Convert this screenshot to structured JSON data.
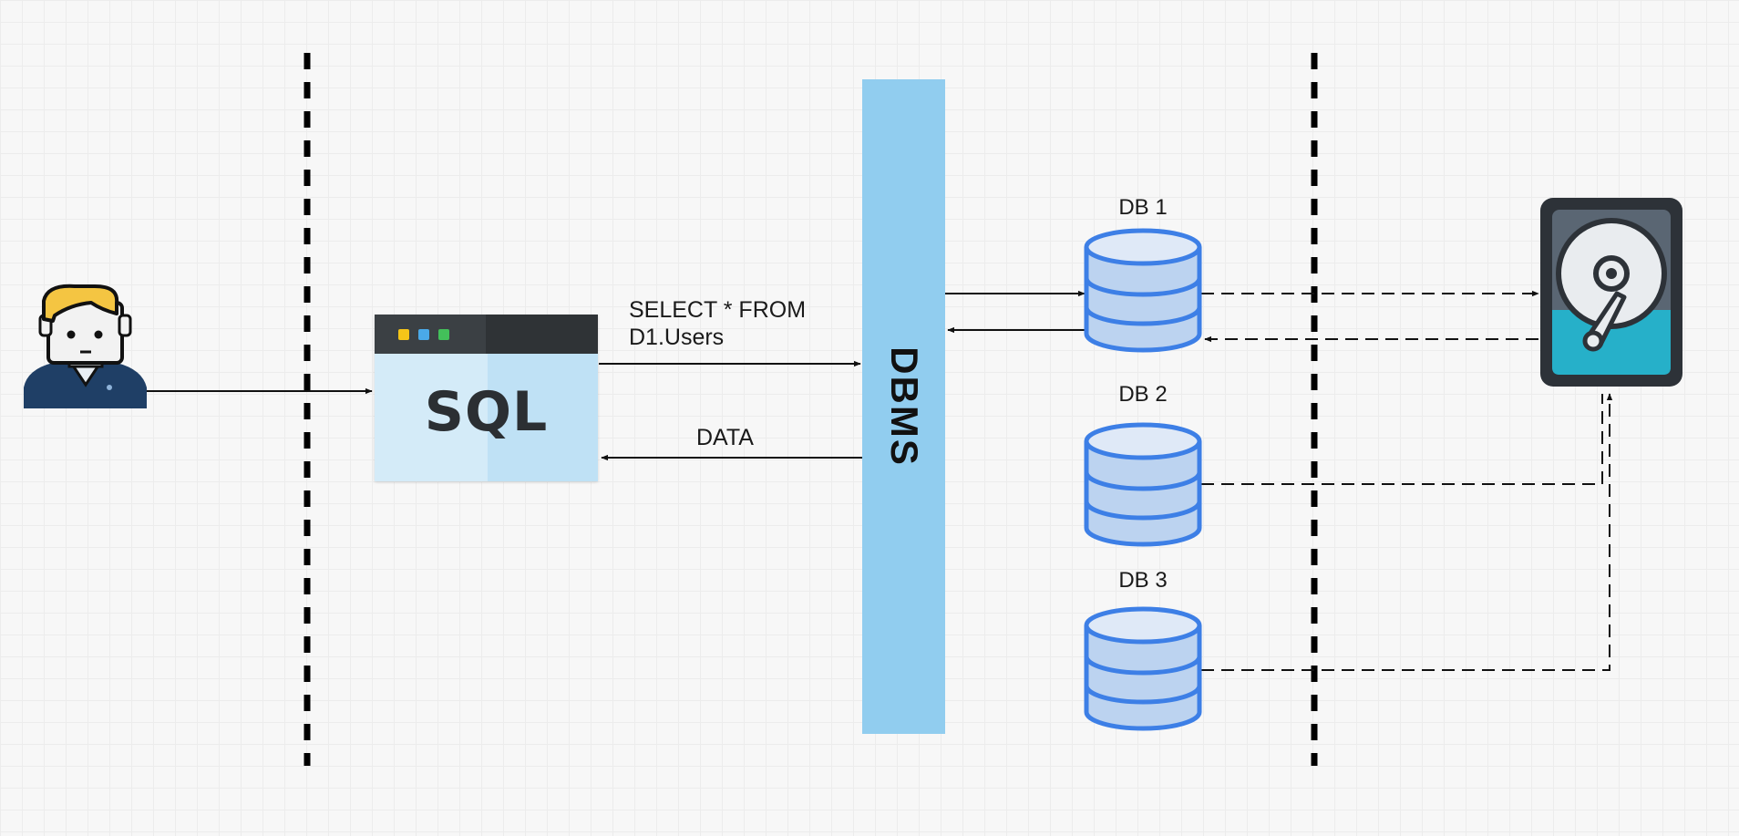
{
  "sql_window": {
    "label": "SQL"
  },
  "dbms": {
    "label": "DBMS"
  },
  "arrows": {
    "query_label_line1": "SELECT * FROM",
    "query_label_line2": "D1.Users",
    "response_label": "DATA"
  },
  "databases": [
    {
      "label": "DB 1"
    },
    {
      "label": "DB 2"
    },
    {
      "label": "DB 3"
    }
  ],
  "icons": {
    "user": "user-avatar-icon",
    "sql_window": "browser-window-icon",
    "database": "database-cylinder-icon",
    "storage": "hard-disk-icon"
  },
  "colors": {
    "dbms_bar": "#91cdef",
    "database_fill": "#bcd3f0",
    "database_stroke": "#3d7fe6",
    "disk_body": "#2d3238",
    "disk_accent": "#26b0c9",
    "user_hair": "#f4c542",
    "user_shirt": "#1f3f66",
    "boundary_line": "#000000"
  }
}
